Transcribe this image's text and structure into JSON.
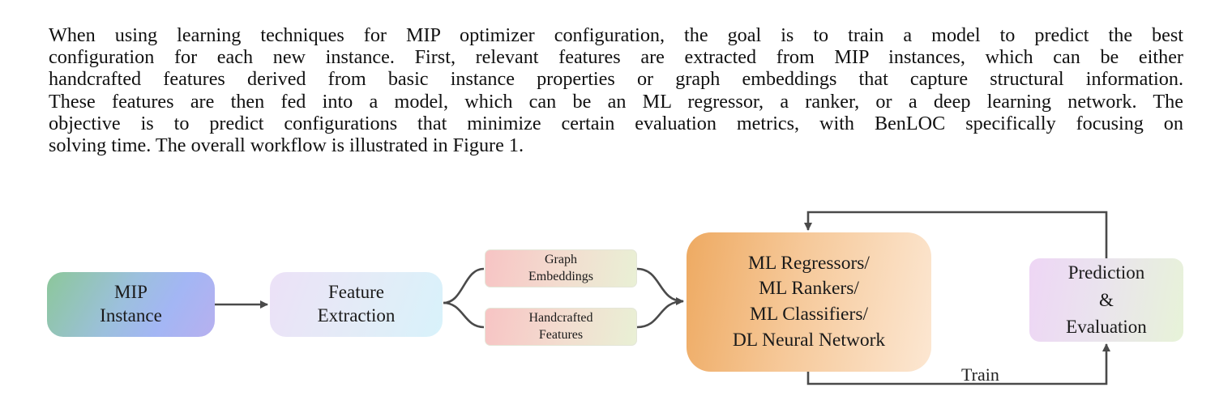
{
  "heading_fragment": "When using learning techniques for MIP optimizer configuration",
  "paragraph": [
    "When using learning techniques for MIP optimizer configuration, the goal is to train a model to predict the best",
    "configuration for each new instance. First, relevant features are extracted from MIP instances, which can be either",
    "handcrafted features derived from basic instance properties or graph embeddings that capture structural information.",
    "These features are then fed into a model, which can be an ML regressor, a ranker, or a deep learning network. The",
    "objective is to predict configurations that minimize certain evaluation metrics, with BenLOC specifically focusing on",
    "solving time. The overall workflow is illustrated in Figure 1."
  ],
  "figure": {
    "mip": [
      "MIP",
      "Instance"
    ],
    "feature": [
      "Feature",
      "Extraction"
    ],
    "graph": [
      "Graph",
      "Embeddings"
    ],
    "handcrafted": [
      "Handcrafted",
      "Features"
    ],
    "model": [
      "ML Regressors/",
      "ML Rankers/",
      "ML Classifiers/",
      "DL Neural Network"
    ],
    "prediction": [
      "Prediction",
      "&",
      "Evaluation"
    ],
    "train_label": "Train"
  },
  "colors": {
    "arrow": "#4a4a4a",
    "model_orange": "#eeaa62",
    "mip_green": "#8cc79a",
    "mip_blue": "#a3b6f4"
  }
}
